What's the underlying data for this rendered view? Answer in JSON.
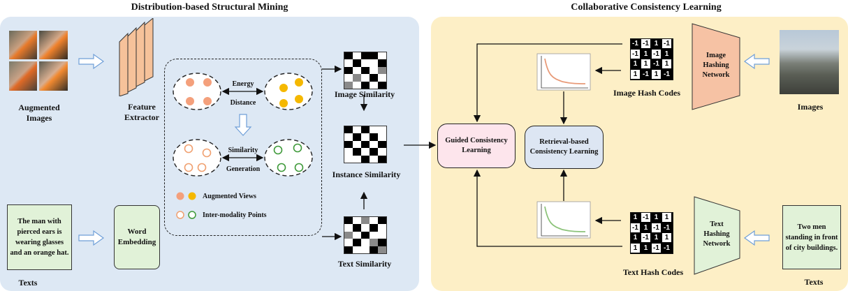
{
  "left_panel": {
    "title": "Distribution-based Structural Mining",
    "augmented_images_label": "Augmented Images",
    "feature_extractor_label": "Feature Extractor",
    "texts_label": "Texts",
    "text_sample": "The man with pierced ears is wearing glasses and an orange hat.",
    "word_embedding_label": "Word Embedding",
    "energy_label": "Energy",
    "distance_label": "Distance",
    "similarity_label": "Similarity",
    "generation_label": "Generation",
    "legend_augmented": "Augmented Views",
    "legend_inter": "Inter-modality Points",
    "image_similarity": "Image Similarity",
    "instance_similarity": "Instance Similarity",
    "text_similarity": "Text Similarity"
  },
  "right_panel": {
    "title": "Collaborative Consistency Learning",
    "guided_label": "Guided Consistency Learning",
    "retrieval_label": "Retrieval-based Consistency Learning",
    "image_hash_codes": "Image Hash Codes",
    "text_hash_codes": "Text Hash Codes",
    "image_hashing_network": "Image Hashing Network",
    "text_hashing_network": "Text Hashing Network",
    "images_label": "Images",
    "texts_label": "Texts",
    "text_sample": "Two men standing in front of city buildings.",
    "image_hash_matrix": [
      [
        "-1",
        "-1",
        "1",
        "-1"
      ],
      [
        "-1",
        "1",
        "-1",
        "1"
      ],
      [
        "1",
        "1",
        "-1",
        "1"
      ],
      [
        "1",
        "-1",
        "1",
        "-1"
      ]
    ],
    "text_hash_matrix": [
      [
        "1",
        "-1",
        "1",
        "1"
      ],
      [
        "-1",
        "1",
        "-1",
        "-1"
      ],
      [
        "1",
        "-1",
        "1",
        "1"
      ],
      [
        "1",
        "1",
        "-1",
        "-1"
      ]
    ]
  },
  "colors": {
    "left_bg": "#dde8f4",
    "right_bg": "#fdefc6",
    "feature_extractor": "#f6c29a",
    "image_net": "#f6c2a4",
    "text_net": "#e1f2d8",
    "guided": "#fde5ec",
    "retrieval": "#dde6f3",
    "augmented_orange": "#f4a07c",
    "augmented_yellow": "#f5b800",
    "inter_orange": "#f0a070",
    "inter_green": "#3f9a3a"
  }
}
